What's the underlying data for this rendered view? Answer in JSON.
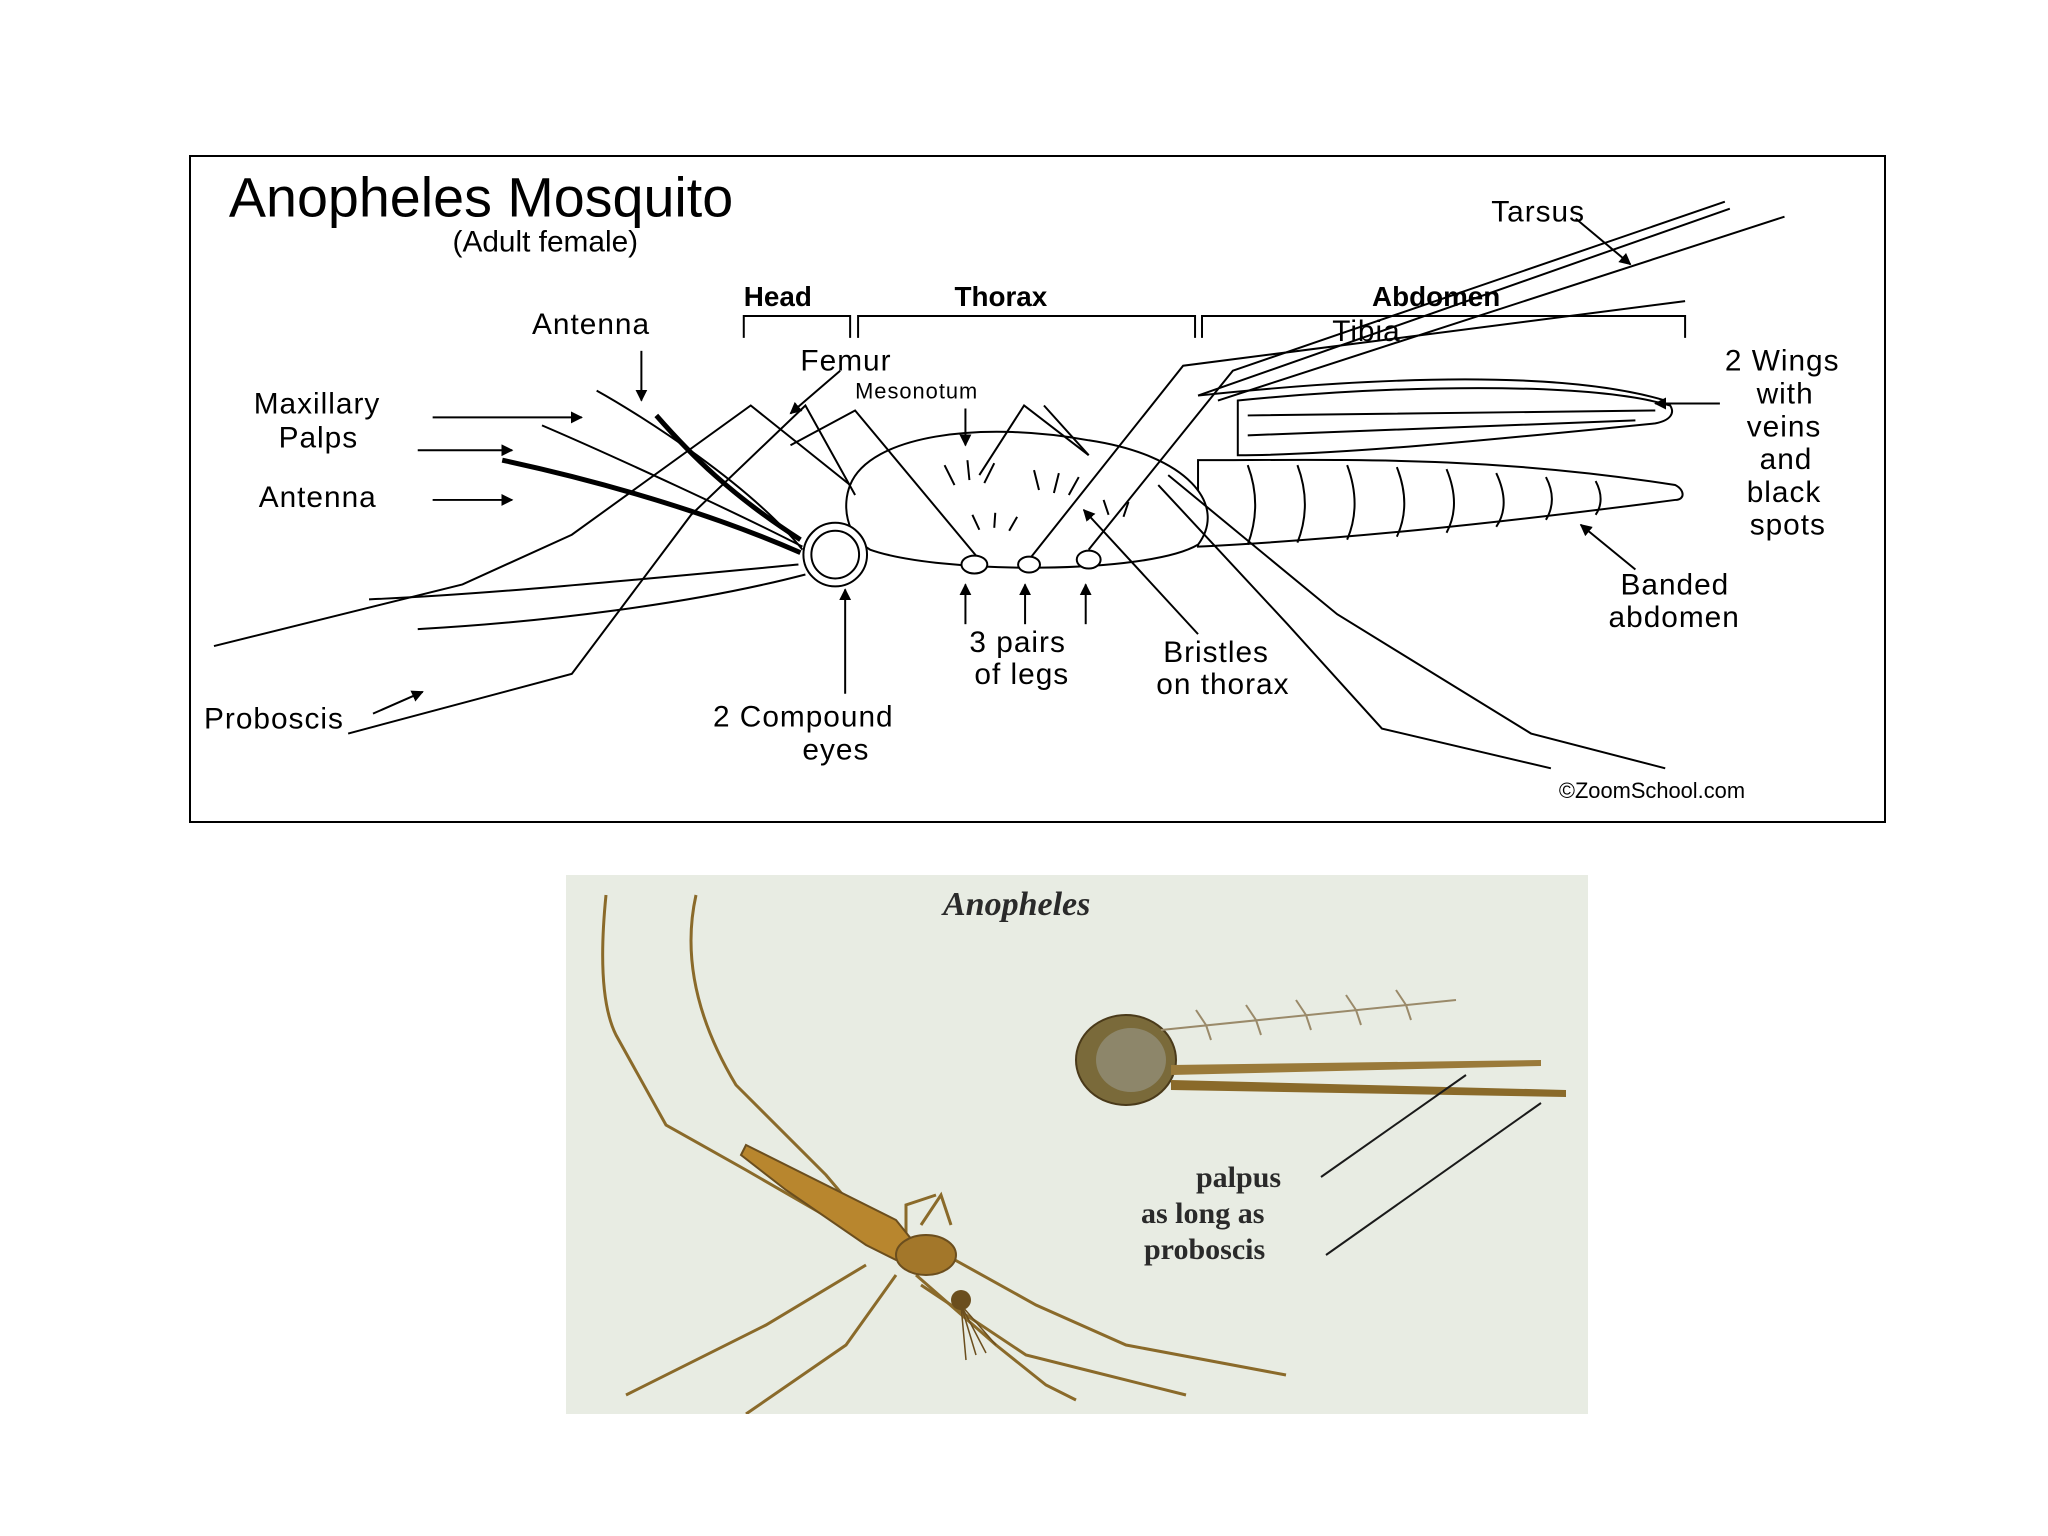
{
  "diagram": {
    "title": "Anopheles Mosquito",
    "subtitle": "(Adult female)",
    "regions": {
      "head": "Head",
      "thorax": "Thorax",
      "abdomen": "Abdomen"
    },
    "labels": {
      "tarsus": "Tarsus",
      "antenna_top": "Antenna",
      "femur": "Femur",
      "tibia": "Tibia",
      "mesonotum": "Mesonotum",
      "maxillary_1": "Maxillary",
      "maxillary_2": "Palps",
      "antenna_left": "Antenna",
      "wings_1": "2 Wings",
      "wings_2": "with",
      "wings_3": "veins",
      "wings_4": "and",
      "wings_5": "black",
      "wings_6": "spots",
      "banded_1": "Banded",
      "banded_2": "abdomen",
      "legs_1": "3 pairs",
      "legs_2": "of legs",
      "bristles_1": "Bristles",
      "bristles_2": "on thorax",
      "eyes_1": "2 Compound",
      "eyes_2": "eyes",
      "proboscis": "Proboscis"
    },
    "credit": "©ZoomSchool.com"
  },
  "photo": {
    "title": "Anopheles",
    "caption_1": "palpus",
    "caption_2": "as long as",
    "caption_3": "proboscis"
  },
  "colors": {
    "ink": "#000000",
    "photo_bg": "#e8ece3",
    "insect_body": "#b8862e",
    "insect_dark": "#6b4e1e"
  }
}
